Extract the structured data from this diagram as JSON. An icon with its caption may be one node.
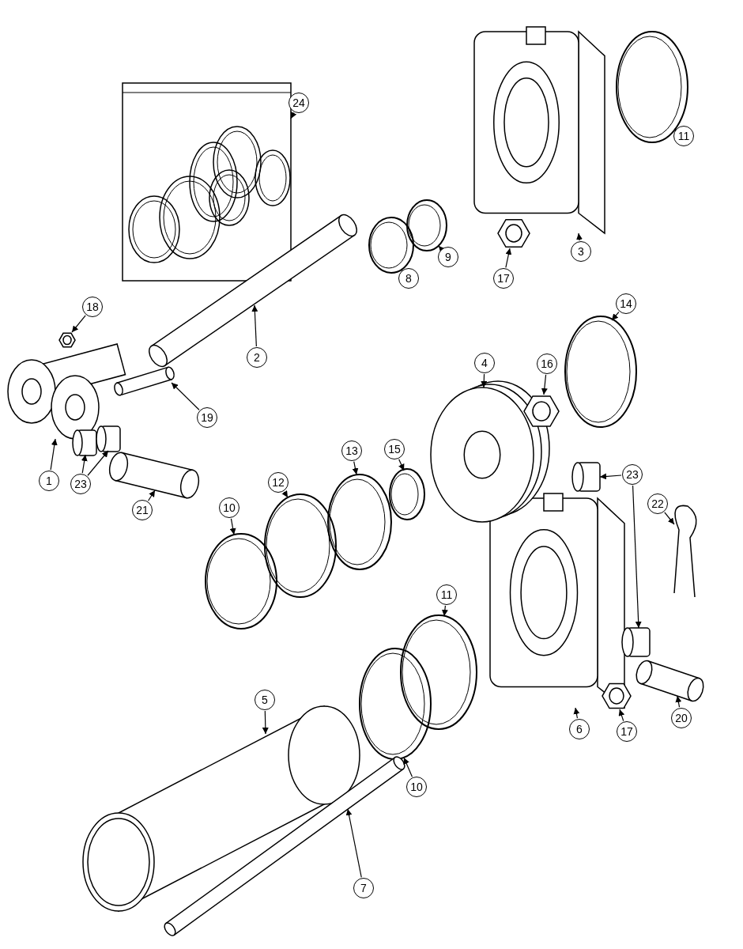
{
  "diagram": {
    "nodes": [
      {
        "text": [
          "24"
        ]
      },
      {
        "text": [
          "11"
        ]
      },
      {
        "text": [
          "3"
        ]
      },
      {
        "text": [
          "9"
        ]
      },
      {
        "text": [
          "8"
        ]
      },
      {
        "text": [
          "17"
        ]
      },
      {
        "text": [
          "18"
        ]
      },
      {
        "text": [
          "14"
        ]
      },
      {
        "text": [
          "2"
        ]
      },
      {
        "text": [
          "4"
        ]
      },
      {
        "text": [
          "16"
        ]
      },
      {
        "text": [
          "19"
        ]
      },
      {
        "text": [
          "13"
        ]
      },
      {
        "text": [
          "15"
        ]
      },
      {
        "text": [
          "1"
        ]
      },
      {
        "text": [
          "23"
        ]
      },
      {
        "text": [
          "12"
        ]
      },
      {
        "text": [
          "21"
        ]
      },
      {
        "text": [
          "22"
        ]
      },
      {
        "text": [
          "10"
        ]
      },
      {
        "text": [
          "23"
        ]
      },
      {
        "text": [
          "11"
        ]
      },
      {
        "text": [
          "5"
        ]
      },
      {
        "text": [
          "20"
        ]
      },
      {
        "text": [
          "6"
        ]
      },
      {
        "text": [
          "17"
        ]
      },
      {
        "text": [
          "10"
        ]
      },
      {
        "text": [
          "7"
        ]
      },
      {
        "text": [],
        "shape": "picture"
      },
      {
        "text": [],
        "shape": "picture"
      },
      {
        "text": [],
        "shape": "picture"
      },
      {
        "text": [],
        "shape": "picture"
      },
      {
        "text": [],
        "shape": "picture"
      },
      {
        "text": [],
        "shape": "picture"
      },
      {
        "text": [],
        "shape": "picture"
      },
      {
        "text": [],
        "shape": "picture"
      },
      {
        "text": [],
        "shape": "picture"
      },
      {
        "text": [],
        "shape": "picture"
      },
      {
        "text": [],
        "shape": "picture"
      },
      {
        "text": [],
        "shape": "cylinder"
      },
      {
        "text": [],
        "shape": "picture"
      },
      {
        "text": [],
        "shape": "picture"
      },
      {
        "text": [],
        "shape": "picture"
      },
      {
        "text": [],
        "shape": "cylinder"
      },
      {
        "text": [],
        "shape": "cylinder"
      },
      {
        "text": [],
        "shape": "picture"
      },
      {
        "text": [],
        "shape": "picture"
      },
      {
        "text": [],
        "shape": "picture"
      },
      {
        "text": [],
        "shape": "picture"
      },
      {
        "text": [],
        "shape": "cylinder"
      },
      {
        "text": [],
        "shape": "cylinder"
      },
      {
        "text": [],
        "shape": "picture"
      },
      {
        "text": [],
        "shape": "picture"
      },
      {
        "text": [],
        "shape": "picture"
      },
      {
        "text": [],
        "shape": "picture"
      },
      {
        "text": [],
        "shape": "picture"
      },
      {
        "text": [],
        "shape": "picture"
      },
      {
        "text": [],
        "shape": "picture"
      }
    ],
    "edges": [
      {
        "from": 0,
        "to": 28,
        "arrow": "to"
      },
      {
        "from": 1,
        "to": 29,
        "arrow": "to"
      },
      {
        "from": 2,
        "to": 30,
        "arrow": "to"
      },
      {
        "from": 3,
        "to": 31,
        "arrow": "to"
      },
      {
        "from": 4,
        "to": 32,
        "arrow": "to"
      },
      {
        "from": 5,
        "to": 33,
        "arrow": "to"
      },
      {
        "from": 6,
        "to": 34,
        "arrow": "to"
      },
      {
        "from": 7,
        "to": 35,
        "arrow": "to"
      },
      {
        "from": 8,
        "to": 36,
        "arrow": "to"
      },
      {
        "from": 9,
        "to": 37,
        "arrow": "to"
      },
      {
        "from": 10,
        "to": 38,
        "arrow": "to"
      },
      {
        "from": 11,
        "to": 39,
        "arrow": "to"
      },
      {
        "from": 12,
        "to": 40,
        "arrow": "to"
      },
      {
        "from": 13,
        "to": 41,
        "arrow": "to"
      },
      {
        "from": 14,
        "to": 42,
        "arrow": "to"
      },
      {
        "from": 15,
        "to": 43,
        "arrow": "to"
      },
      {
        "from": 15,
        "to": 44,
        "arrow": "to"
      },
      {
        "from": 16,
        "to": 45,
        "arrow": "to"
      },
      {
        "from": 17,
        "to": 46,
        "arrow": "to"
      },
      {
        "from": 18,
        "to": 47,
        "arrow": "to"
      },
      {
        "from": 19,
        "to": 48,
        "arrow": "to"
      },
      {
        "from": 20,
        "to": 49,
        "arrow": "to"
      },
      {
        "from": 20,
        "to": 50,
        "arrow": "to"
      },
      {
        "from": 21,
        "to": 51,
        "arrow": "to"
      },
      {
        "from": 22,
        "to": 52,
        "arrow": "to"
      },
      {
        "from": 23,
        "to": 53,
        "arrow": "to"
      },
      {
        "from": 24,
        "to": 54,
        "arrow": "to"
      },
      {
        "from": 25,
        "to": 55,
        "arrow": "to"
      },
      {
        "from": 26,
        "to": 56,
        "arrow": "to"
      },
      {
        "from": 27,
        "to": 57,
        "arrow": "to"
      }
    ]
  }
}
